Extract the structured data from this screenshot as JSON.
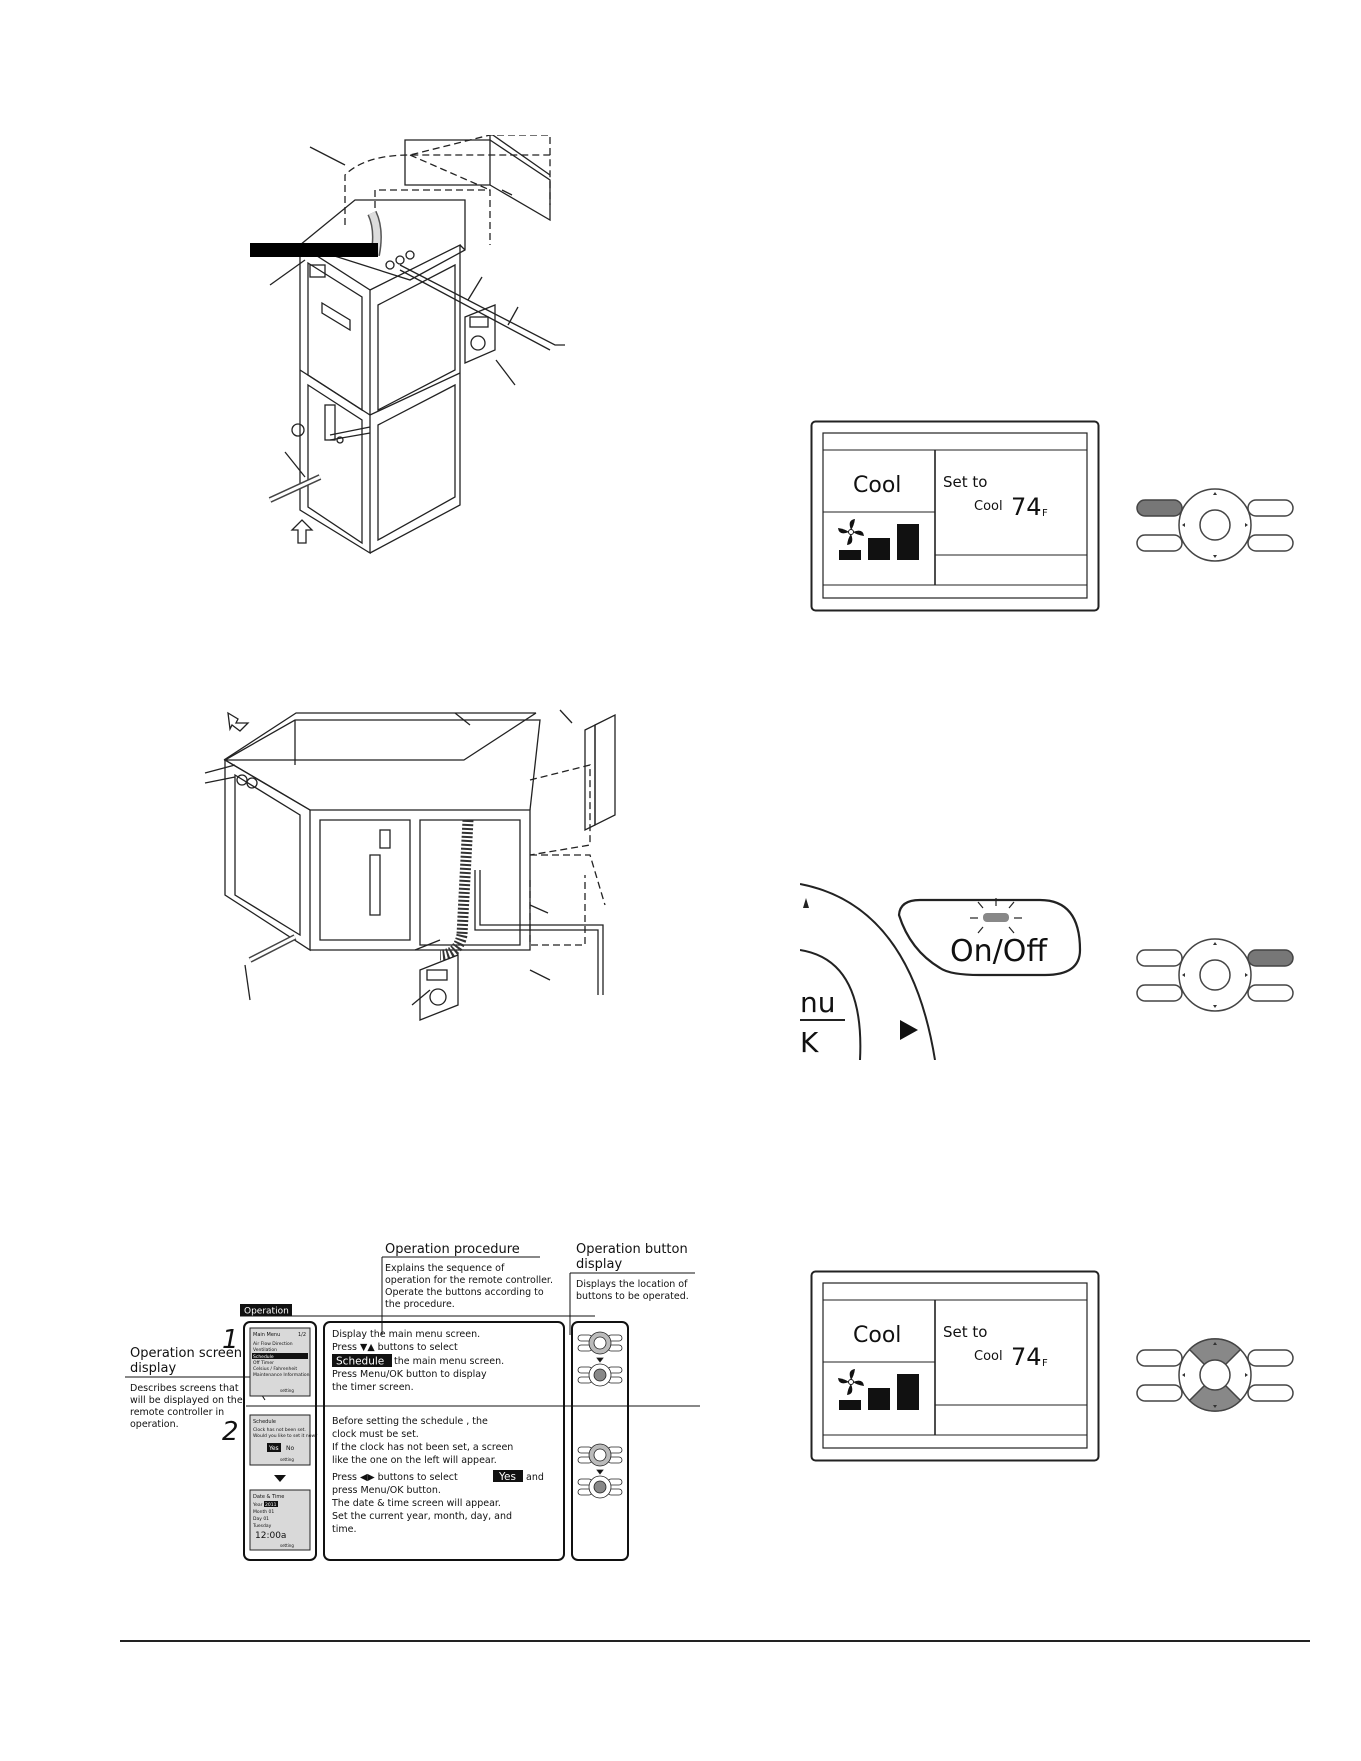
{
  "lcd_top": {
    "mode": "Cool",
    "set_to": "Set to",
    "set_mode": "Cool",
    "temp": "74",
    "unit": "F"
  },
  "lcd_bottom": {
    "mode": "Cool",
    "set_to": "Set to",
    "set_mode": "Cool",
    "temp": "74",
    "unit": "F"
  },
  "closeup": {
    "onoff": "On/Off",
    "menu": "nu"
  },
  "guide": {
    "tab": "Operation",
    "proc_title": "Operation procedure",
    "proc_desc": [
      "Explains the sequence of",
      "operation for the remote controller.",
      "Operate the buttons according to",
      "the procedure."
    ],
    "btn_title": [
      "Operation button",
      "display"
    ],
    "btn_desc": [
      "Displays the location of",
      "buttons to be operated."
    ],
    "screen_title": [
      "Operation screen",
      "display"
    ],
    "screen_desc": [
      "Describes screens that",
      "will be displayed on the",
      "remote controller in",
      "operation."
    ],
    "step1_num": "1",
    "step2_num": "2",
    "step1_text": [
      "Display the main menu screen.",
      "Press  ▼▲ buttons to select",
      "the main menu screen.",
      "Press Menu/OK button to display",
      "the timer screen."
    ],
    "step1_highlight": "Schedule",
    "step2_text": [
      "Before setting the schedule , the",
      "clock must be set.",
      "If the clock has not been set, a screen",
      "like the one on the left will appear.",
      "Press  ◀▶ buttons to select",
      "press Menu/OK button.",
      "The date & time screen will appear.",
      "Set the current year, month, day, and",
      "time."
    ],
    "step2_highlight": "Yes",
    "step2_and": "and",
    "screen1_title": "Main Menu",
    "screen1_page": "1/2",
    "screen1_items": [
      "Air Flow Direction",
      "Ventilation",
      "Schedule",
      "Off Timer",
      "Celsius / Fahrenheit",
      "Maintenance Information"
    ],
    "screen1_footer": "setting",
    "screen2_title": "Schedule",
    "screen2_lines": [
      "Clock has not been set.",
      "Would you like to set it now?"
    ],
    "screen2_yes": "Yes",
    "screen2_no": "No",
    "screen2_footer": "setting",
    "screen3_title": "Date & Time",
    "screen3_lines": [
      "Year",
      "Month 01",
      "Day  01",
      "Tuesday"
    ],
    "screen3_year_val": "2011",
    "screen3_time": "12:00a",
    "screen3_footer": "setting"
  }
}
